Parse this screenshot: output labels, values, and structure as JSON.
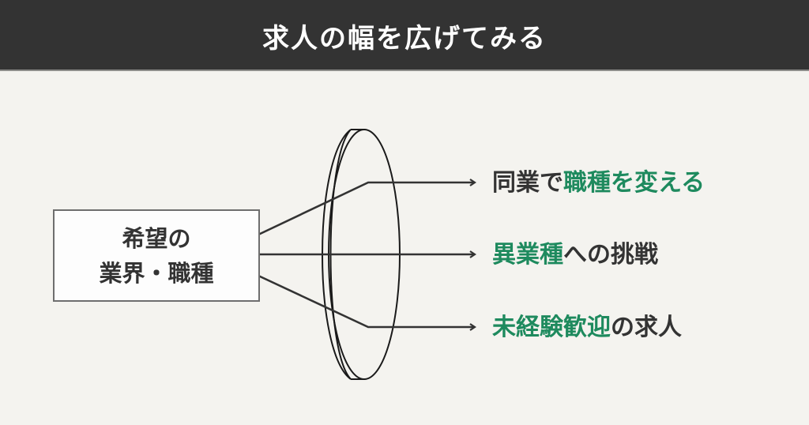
{
  "header": {
    "title": "求人の幅を広げてみる"
  },
  "source": {
    "line1": "希望の",
    "line2": "業界・職種"
  },
  "targets": [
    {
      "plain_before": "同業で",
      "accent": "職種を変える",
      "plain_after": ""
    },
    {
      "plain_before": "",
      "accent": "異業種",
      "plain_after": "への挑戦"
    },
    {
      "plain_before": "",
      "accent": "未経験歓迎",
      "plain_after": "の求人"
    }
  ],
  "icons": {
    "lens": "lens-icon",
    "arrow": "arrow-right-icon"
  },
  "colors": {
    "header_bg": "#333333",
    "page_bg": "#f4f3ef",
    "text": "#333333",
    "accent": "#1e8a5e",
    "line": "#333333",
    "box_border": "#6e6e6e"
  }
}
